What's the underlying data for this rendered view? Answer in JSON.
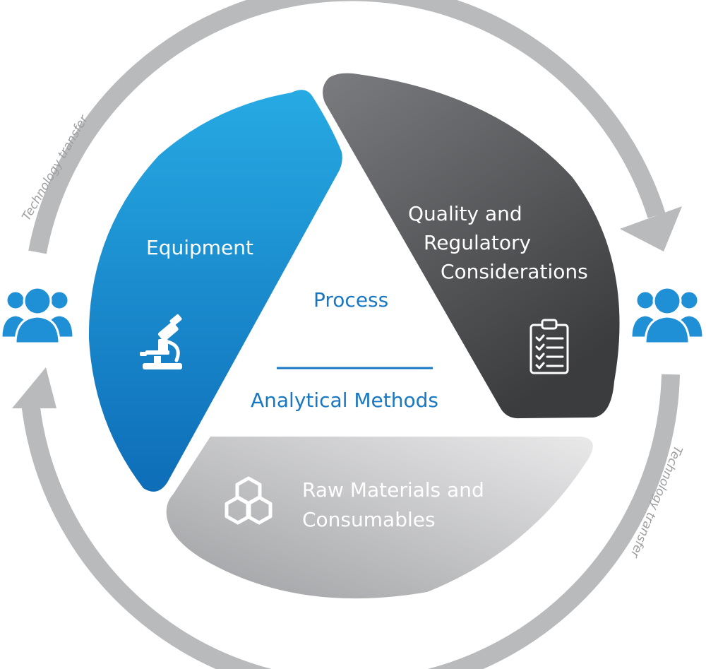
{
  "segments": {
    "equipment": {
      "label": "Equipment",
      "icon": "microscope-icon",
      "color": "#1f8fd6"
    },
    "quality": {
      "lines": [
        "Quality and",
        "Regulatory",
        "Considerations"
      ],
      "icon": "clipboard-checklist-icon",
      "color": "#555657"
    },
    "raw_materials": {
      "lines": [
        "Raw Materials and",
        "Consumables"
      ],
      "icon": "hexagon-molecule-icon",
      "color": "#b7b8ba"
    }
  },
  "center": {
    "process": "Process",
    "analytical": "Analytical Methods"
  },
  "cycle": {
    "transfer_left": "Technology transfer",
    "transfer_right": "Technology transfer",
    "arrow_color": "#b9babc"
  },
  "people": {
    "left_icon": "people-group-icon",
    "right_icon": "people-group-icon",
    "color": "#1f8fd6"
  }
}
